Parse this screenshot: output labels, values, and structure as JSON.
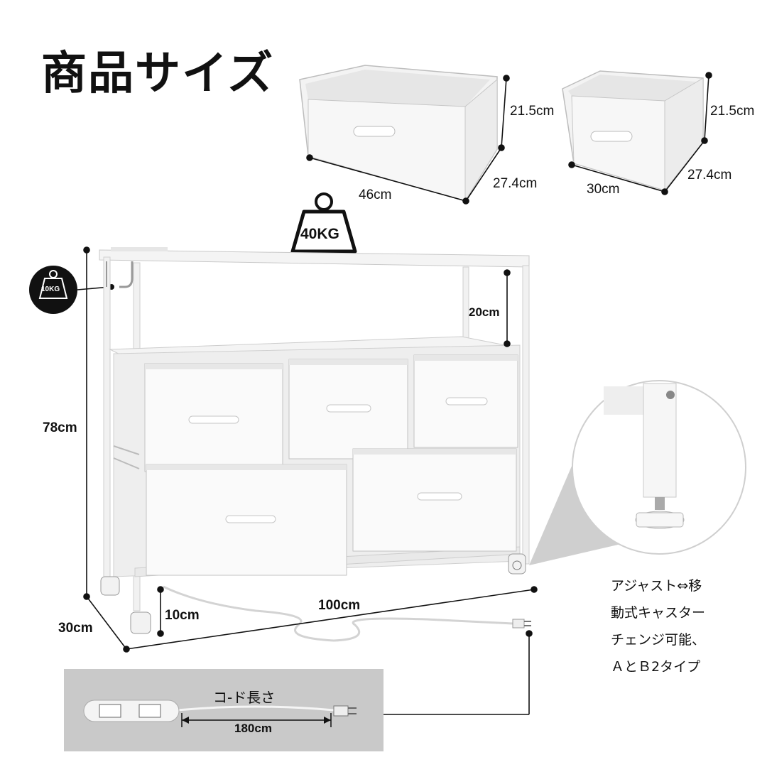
{
  "title": "商品サイズ",
  "large_drawer": {
    "height": "21.5cm",
    "depth": "27.4cm",
    "width": "46cm"
  },
  "small_drawer": {
    "height": "21.5cm",
    "depth": "27.4cm",
    "width": "30cm"
  },
  "top_load": "40KG",
  "hook_load": "10KG",
  "unit": {
    "height": "78cm",
    "shelf_gap": "20cm",
    "width": "100cm",
    "depth": "30cm",
    "floor_clearance": "10cm"
  },
  "caster_note": [
    "アジャスト⇔移",
    "動式キャスター",
    "チェンジ可能、",
    "ＡとＢ2タイプ"
  ],
  "cord": {
    "label": "コ-ド長さ",
    "length": "180cm"
  }
}
